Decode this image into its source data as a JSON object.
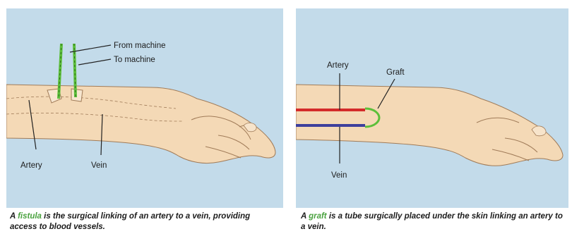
{
  "colors": {
    "background": "#c3dbea",
    "skin": "#f4d9b6",
    "skin_outline": "#a07b58",
    "artery": "#d42a2a",
    "vein": "#3e3f9c",
    "green": "#5cbf3a"
  },
  "left_panel": {
    "labels": {
      "from_machine": "From machine",
      "to_machine": "To machine",
      "artery": "Artery",
      "vein": "Vein"
    },
    "caption": {
      "prefix": "A ",
      "term": "fistula",
      "rest": " is the surgical linking of an artery to a vein, providing access to blood vessels."
    }
  },
  "right_panel": {
    "labels": {
      "artery": "Artery",
      "graft": "Graft",
      "vein": "Vein"
    },
    "caption": {
      "prefix": "A ",
      "term": "graft",
      "rest": " is a tube surgically placed under the skin linking an artery to a vein."
    }
  }
}
